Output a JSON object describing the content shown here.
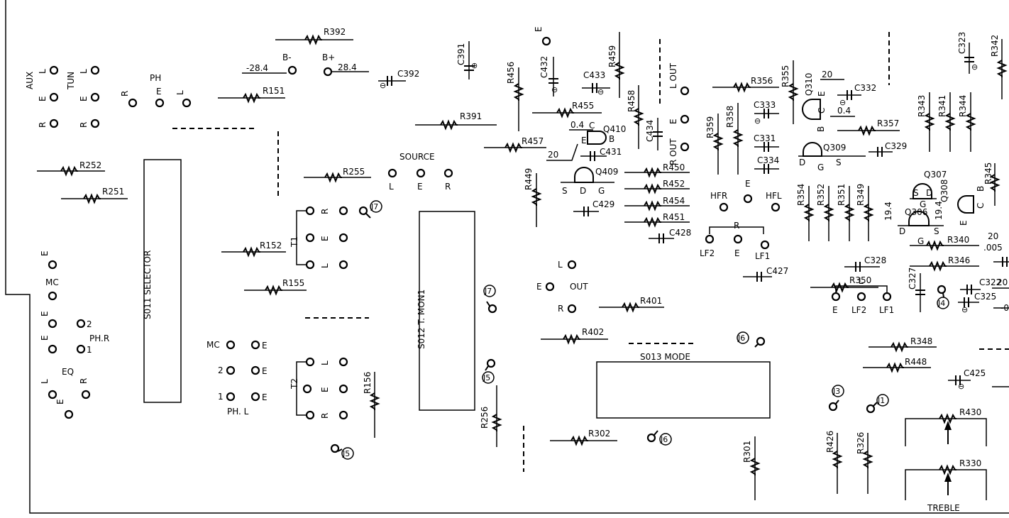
{
  "board": {
    "switches": {
      "s011": "S011  SELECTOR",
      "s012": "S012  T. MON1",
      "s013": "S013  MODE"
    },
    "terminals": {
      "aux": "AUX",
      "tun": "TUN",
      "ph": "PH",
      "source": "SOURCE",
      "out": "OUT",
      "l_out": "L OUT",
      "r_out": "R OUT",
      "t1": "T1",
      "t2": "T2",
      "ph_r": "PH.R",
      "ph_l": "PH. L",
      "eq": "EQ",
      "mc": "MC",
      "e": "E",
      "l": "L",
      "r": "R",
      "one": "1",
      "two": "2",
      "b_minus": "B-",
      "b_plus": "B+",
      "hfr": "HFR",
      "hfl": "HFL",
      "lf1": "LF1",
      "lf2": "LF2",
      "treble": "TREBLE"
    },
    "voltages": {
      "v_neg284": "-28.4",
      "v_pos284": "28.4",
      "v20": "20",
      "v04": "0.4",
      "v194": "19.4",
      "v005": ".005"
    },
    "jumpers": {
      "j1": "J1",
      "j3": "J3",
      "j4": "J4",
      "j5": "J5",
      "j6": "J6",
      "j7": "J7"
    },
    "resistors": {
      "r392": "R392",
      "r151": "R151",
      "r252": "R252",
      "r251": "R251",
      "r255": "R255",
      "r152": "R152",
      "r155": "R155",
      "r156": "R156",
      "r256": "R256",
      "r391": "R391",
      "r456": "R456",
      "r459": "R459",
      "r455": "R455",
      "r458": "R458",
      "r457": "R457",
      "r449": "R449",
      "r450": "R450",
      "r452": "R452",
      "r454": "R454",
      "r451": "R451",
      "r401": "R401",
      "r402": "R402",
      "r302": "R302",
      "r301": "R301",
      "r356": "R356",
      "r355": "R355",
      "r359": "R359",
      "r358": "R358",
      "r357": "R357",
      "r354": "R354",
      "r352": "R352",
      "r351": "R351",
      "r349": "R349",
      "r343": "R343",
      "r341": "R341",
      "r344": "R344",
      "r342": "R342",
      "r345": "R345",
      "r340": "R340",
      "r346": "R346",
      "r350": "R350",
      "r348": "R348",
      "r448": "R448",
      "r426": "R426",
      "r326": "R326",
      "r430": "R430",
      "r330": "R330"
    },
    "capacitors": {
      "c391": "C391",
      "c392": "C392",
      "c432": "C432",
      "c433": "C433",
      "c434": "C434",
      "c431": "C431",
      "c429": "C429",
      "c428": "C428",
      "c333": "C333",
      "c331": "C331",
      "c334": "C334",
      "c332": "C332",
      "c329": "C329",
      "c328": "C328",
      "c427": "C427",
      "c327": "C327",
      "c322": "C322",
      "c325": "C325",
      "c425": "C425",
      "c323": "C323"
    },
    "transistors": {
      "q410": "Q410",
      "q409": "Q409",
      "q310": "Q310",
      "q309": "Q309",
      "q307": "Q307",
      "q308": "Q308",
      "q306": "Q306"
    },
    "pins": {
      "c": "C",
      "b": "B",
      "s": "S",
      "d": "D",
      "g": "G"
    }
  }
}
